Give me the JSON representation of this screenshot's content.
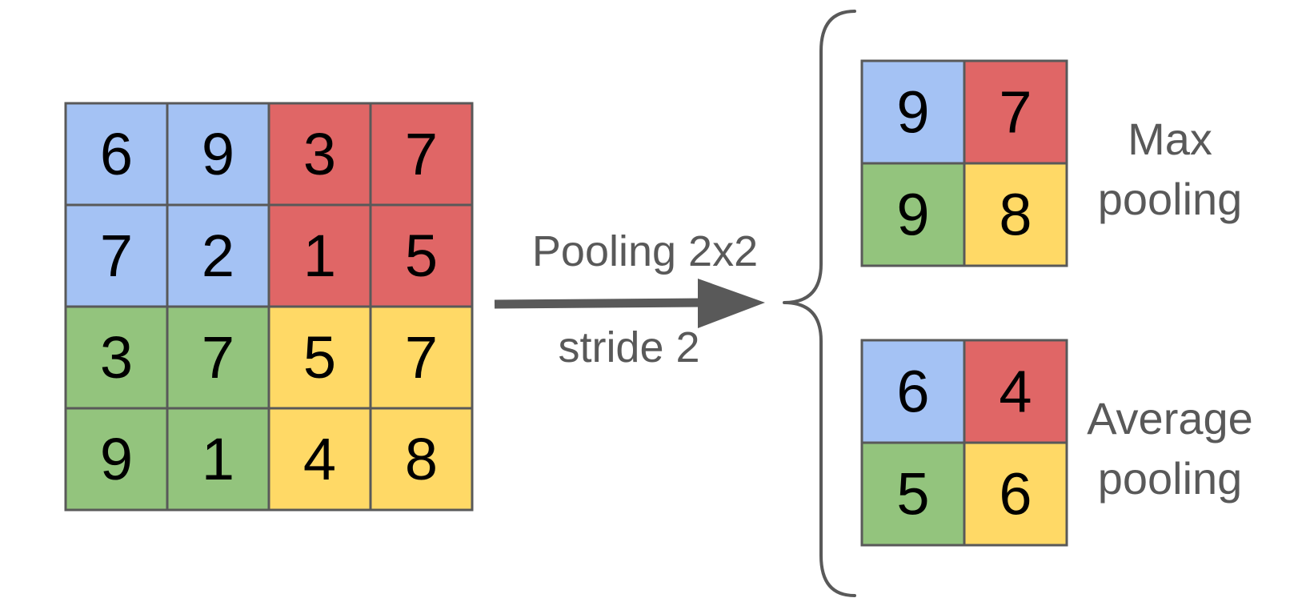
{
  "colors": {
    "blue": "#a4c2f4",
    "red": "#e06666",
    "green": "#93c47d",
    "yellow": "#ffd966",
    "grid_line": "#595959",
    "arrow": "#595959",
    "label": "#595959",
    "cell_text": "#000000"
  },
  "input_grid": {
    "rows": [
      [
        {
          "value": "6",
          "color": "blue"
        },
        {
          "value": "9",
          "color": "blue"
        },
        {
          "value": "3",
          "color": "red"
        },
        {
          "value": "7",
          "color": "red"
        }
      ],
      [
        {
          "value": "7",
          "color": "blue"
        },
        {
          "value": "2",
          "color": "blue"
        },
        {
          "value": "1",
          "color": "red"
        },
        {
          "value": "5",
          "color": "red"
        }
      ],
      [
        {
          "value": "3",
          "color": "green"
        },
        {
          "value": "7",
          "color": "green"
        },
        {
          "value": "5",
          "color": "yellow"
        },
        {
          "value": "7",
          "color": "yellow"
        }
      ],
      [
        {
          "value": "9",
          "color": "green"
        },
        {
          "value": "1",
          "color": "green"
        },
        {
          "value": "4",
          "color": "yellow"
        },
        {
          "value": "8",
          "color": "yellow"
        }
      ]
    ]
  },
  "operation": {
    "line1": "Pooling 2x2",
    "line2": "stride 2"
  },
  "outputs": [
    {
      "id": "max",
      "label_line1": "Max",
      "label_line2": "pooling",
      "rows": [
        [
          {
            "value": "9",
            "color": "blue"
          },
          {
            "value": "7",
            "color": "red"
          }
        ],
        [
          {
            "value": "9",
            "color": "green"
          },
          {
            "value": "8",
            "color": "yellow"
          }
        ]
      ]
    },
    {
      "id": "average",
      "label_line1": "Average",
      "label_line2": "pooling",
      "rows": [
        [
          {
            "value": "6",
            "color": "blue"
          },
          {
            "value": "4",
            "color": "red"
          }
        ],
        [
          {
            "value": "5",
            "color": "green"
          },
          {
            "value": "6",
            "color": "yellow"
          }
        ]
      ]
    }
  ]
}
